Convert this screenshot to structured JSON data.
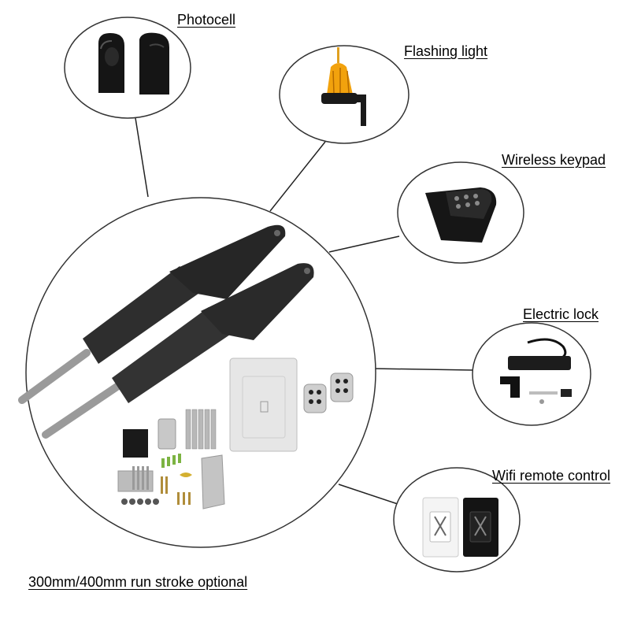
{
  "labels": {
    "photocell": "Photocell",
    "flashing_light": "Flashing light",
    "wireless_keypad": "Wireless keypad",
    "electric_lock": "Electric lock",
    "wifi_remote": "Wifi remote control",
    "stroke_note": "300mm/400mm run stroke optional"
  },
  "colors": {
    "line": "#222222",
    "actuator": "#2e2e2e",
    "rod": "#9a9a9a",
    "amber": "#f2a20d",
    "control_box": "#e6e6e6",
    "metal": "#b8b8b8"
  }
}
